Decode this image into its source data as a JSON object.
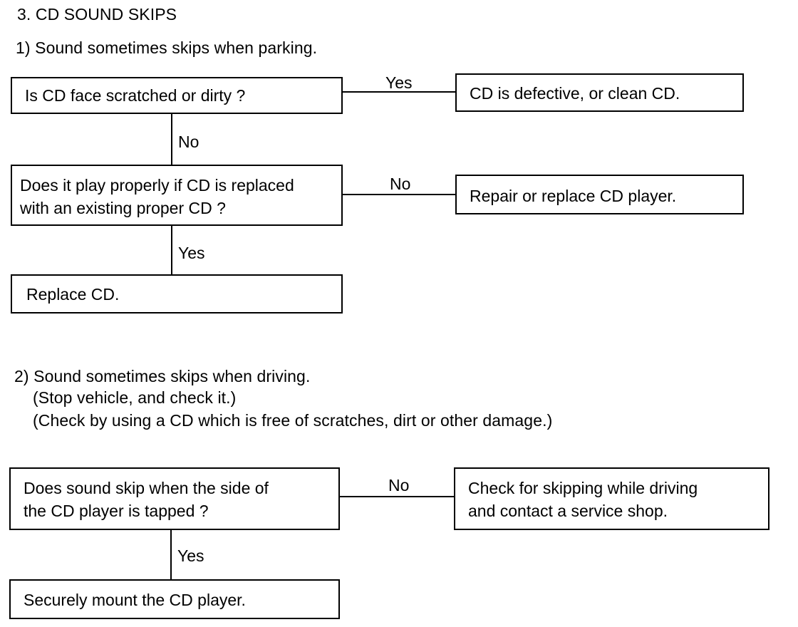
{
  "section_title": "3.  CD SOUND SKIPS",
  "part1": {
    "heading": "1) Sound sometimes skips when parking.",
    "q1": "Is CD face scratched or dirty ?",
    "q1_yes_label": "Yes",
    "q1_yes_result": "CD is defective, or clean CD.",
    "q1_no_label": "No",
    "q2_line1": "Does it play properly if CD is replaced",
    "q2_line2": "with an existing proper CD ?",
    "q2_no_label": "No",
    "q2_no_result": "Repair or replace CD player.",
    "q2_yes_label": "Yes",
    "q2_yes_result": "Replace CD."
  },
  "part2": {
    "heading": "2) Sound sometimes skips when driving.",
    "note1": "(Stop vehicle, and check it.)",
    "note2": "(Check by using a CD which is free of scratches, dirt or other damage.)",
    "q1_line1": "Does sound skip when the side of",
    "q1_line2": "the CD player is tapped ?",
    "q1_no_label": "No",
    "q1_no_result_line1": "Check for skipping while driving",
    "q1_no_result_line2": "and contact a service shop.",
    "q1_yes_label": "Yes",
    "q1_yes_result": "Securely mount the CD player."
  }
}
